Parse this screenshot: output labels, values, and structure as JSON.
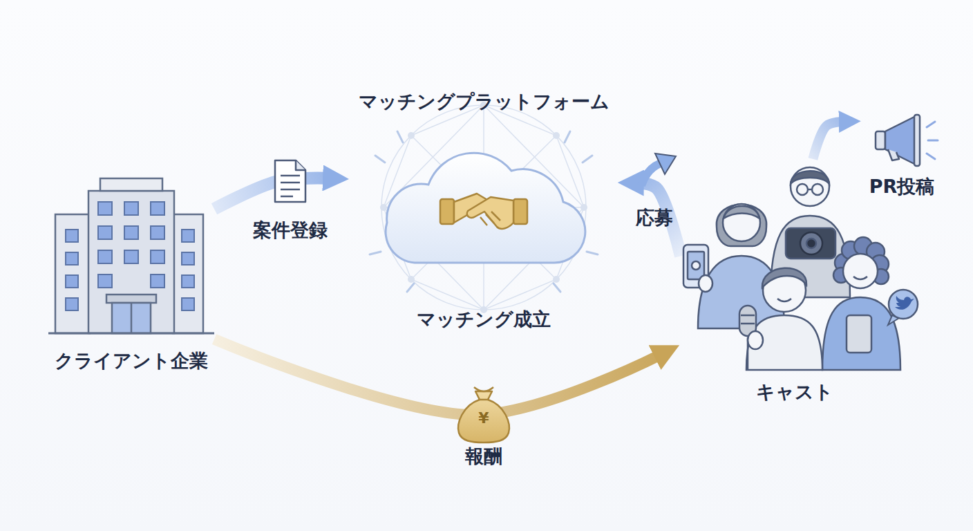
{
  "diagram": {
    "nodes": [
      {
        "text": [
          "クライアント企業"
        ]
      },
      {
        "text": [
          "マッチングプラットフォーム",
          "マッチング成立"
        ]
      },
      {
        "text": [
          "キャスト"
        ]
      },
      {
        "text": [
          "PR投稿"
        ]
      }
    ],
    "edges": [
      {
        "from": 0,
        "to": 1,
        "arrow": "to",
        "label": "案件登録"
      },
      {
        "from": 2,
        "to": 1,
        "arrow": "to",
        "label": "応募"
      },
      {
        "from": 0,
        "to": 2,
        "arrow": "to",
        "label": "報酬"
      },
      {
        "from": 2,
        "to": 3,
        "arrow": "to"
      }
    ],
    "labels": [
      "¥"
    ]
  }
}
